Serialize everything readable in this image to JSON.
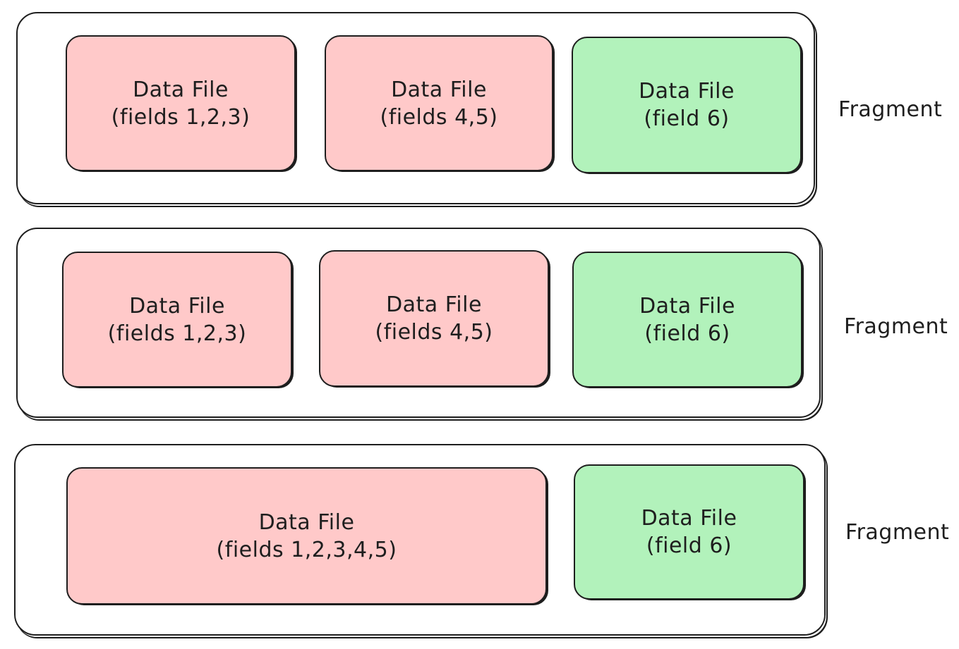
{
  "rows": [
    {
      "label": "Fragment",
      "files": [
        {
          "title": "Data File",
          "fields": "(fields 1,2,3)",
          "color": "#ffc9c9"
        },
        {
          "title": "Data File",
          "fields": "(fields 4,5)",
          "color": "#ffc9c9"
        },
        {
          "title": "Data File",
          "fields": "(field 6)",
          "color": "#b2f2bb"
        }
      ]
    },
    {
      "label": "Fragment",
      "files": [
        {
          "title": "Data File",
          "fields": "(fields 1,2,3)",
          "color": "#ffc9c9"
        },
        {
          "title": "Data File",
          "fields": "(fields 4,5)",
          "color": "#ffc9c9"
        },
        {
          "title": "Data File",
          "fields": "(field 6)",
          "color": "#b2f2bb"
        }
      ]
    },
    {
      "label": "Fragment",
      "files": [
        {
          "title": "Data File",
          "fields": "(fields 1,2,3,4,5)",
          "color": "#ffc9c9"
        },
        {
          "title": "Data File",
          "fields": "(field 6)",
          "color": "#b2f2bb"
        }
      ]
    }
  ]
}
